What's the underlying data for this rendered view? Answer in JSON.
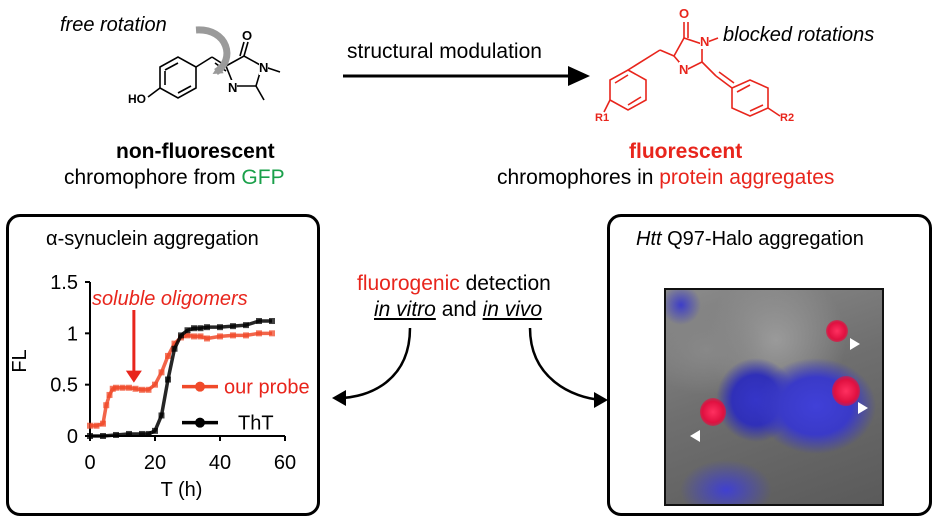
{
  "top": {
    "left_label": "free rotation",
    "left_title": "non-fluorescent",
    "left_sub_prefix": "chromophore from ",
    "left_sub_highlight": "GFP",
    "arrow_label": "structural modulation",
    "right_label": "blocked rotations",
    "right_title": "fluorescent",
    "right_sub_prefix": "chromophores in ",
    "right_sub_highlight": "protein aggregates",
    "left_molecule": {
      "atoms": [
        "HO",
        "O",
        "N",
        "N"
      ]
    },
    "right_molecule": {
      "atoms": [
        "O",
        "N",
        "N",
        "R1",
        "R2"
      ]
    }
  },
  "middle": {
    "line1_red": "fluorogenic",
    "line1_rest": " detection",
    "line2_a": "in vitro",
    "line2_b": " and ",
    "line2_c": "in vivo"
  },
  "left_panel": {
    "title": "α-synuclein aggregation",
    "annotation": "soluble oligomers"
  },
  "right_panel": {
    "title_italic": "Htt",
    "title_rest": " Q97-Halo aggregation"
  },
  "colors": {
    "red": "#e8251c",
    "green": "#1aa04a",
    "black": "#000000",
    "probe": "#f04a2a"
  },
  "chart_data": {
    "type": "line",
    "title": "",
    "xlabel": "T (h)",
    "ylabel": "FL",
    "xlim": [
      0,
      60
    ],
    "ylim": [
      0,
      1.5
    ],
    "xticks": [
      0,
      20,
      40,
      60
    ],
    "yticks": [
      0,
      0.5,
      1,
      1.5
    ],
    "ytick_labels": [
      "0",
      "0.5",
      "1",
      "1.5"
    ],
    "legend_position": "right",
    "series": [
      {
        "name": "our probe",
        "color": "#f04a2a",
        "x": [
          0,
          2,
          4,
          5,
          6,
          7,
          8,
          10,
          12,
          14,
          16,
          18,
          20,
          22,
          24,
          26,
          28,
          30,
          32,
          34,
          36,
          40,
          44,
          48,
          52,
          56
        ],
        "y": [
          0.1,
          0.1,
          0.12,
          0.3,
          0.4,
          0.46,
          0.47,
          0.47,
          0.47,
          0.46,
          0.45,
          0.45,
          0.5,
          0.62,
          0.78,
          0.9,
          0.96,
          0.98,
          0.97,
          0.97,
          0.95,
          0.97,
          0.98,
          0.98,
          1.0,
          1.0
        ]
      },
      {
        "name": "ThT",
        "color": "#000000",
        "x": [
          0,
          4,
          8,
          12,
          16,
          18,
          20,
          22,
          24,
          26,
          28,
          30,
          32,
          34,
          36,
          40,
          44,
          48,
          52,
          56
        ],
        "y": [
          0.0,
          0.0,
          0.01,
          0.02,
          0.02,
          0.02,
          0.05,
          0.2,
          0.55,
          0.85,
          0.98,
          1.03,
          1.05,
          1.05,
          1.06,
          1.06,
          1.07,
          1.08,
          1.12,
          1.12
        ]
      }
    ]
  }
}
